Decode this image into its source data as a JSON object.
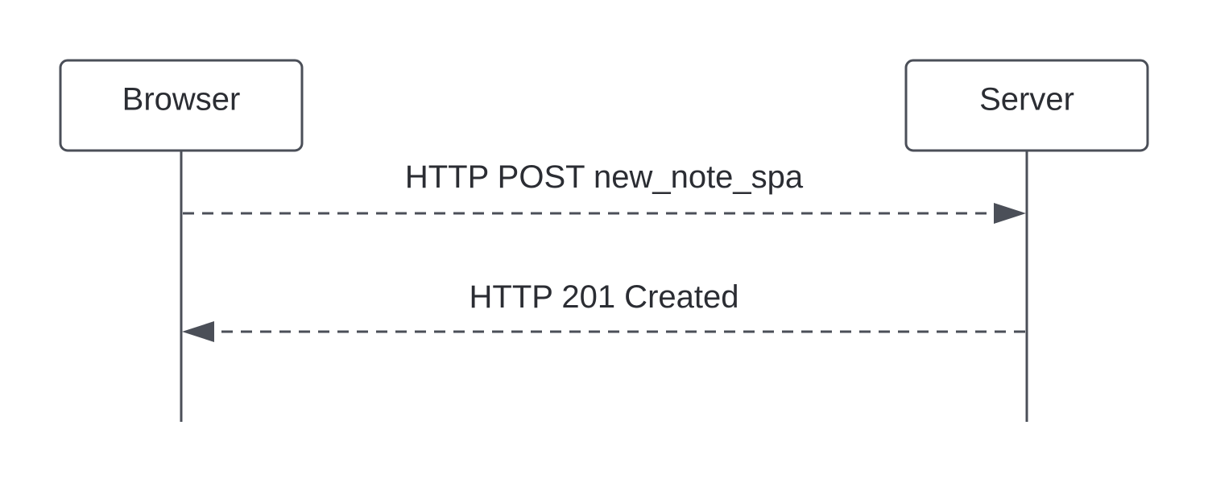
{
  "participants": [
    {
      "label": "Browser"
    },
    {
      "label": "Server"
    }
  ],
  "messages": [
    {
      "label": "HTTP POST new_note_spa",
      "from": "Browser",
      "to": "Server",
      "style": "dashed"
    },
    {
      "label": "HTTP 201 Created",
      "from": "Server",
      "to": "Browser",
      "style": "dashed"
    }
  ],
  "colors": {
    "stroke": "#4b4f58",
    "text": "#2b2d33",
    "background": "#ffffff"
  }
}
